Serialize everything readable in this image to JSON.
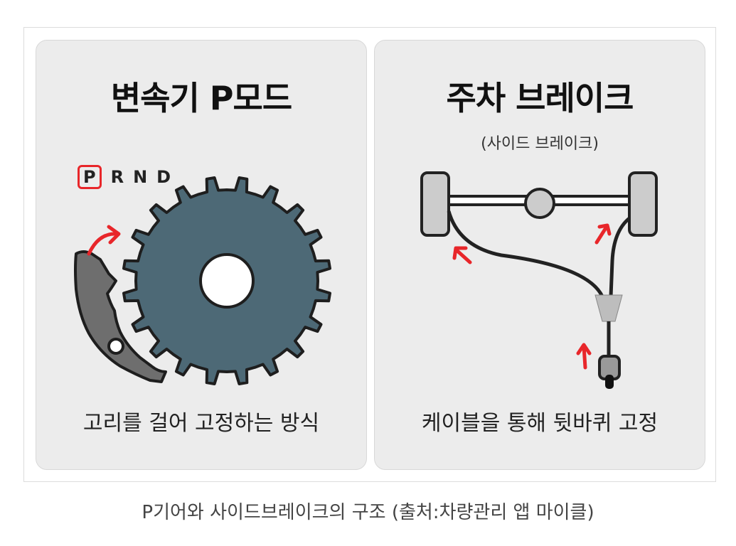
{
  "left": {
    "title": "변속기 P모드",
    "gears": [
      "P",
      "R",
      "N",
      "D"
    ],
    "selected_gear": "P",
    "description": "고리를 걸어 고정하는 방식"
  },
  "right": {
    "title": "주차 브레이크",
    "subtitle": "(사이드 브레이크)",
    "description": "케이블을 통해 뒷바퀴 고정"
  },
  "caption": "P기어와 사이드브레이크의 구조 (출처:차량관리 앱 마이클)",
  "colors": {
    "panel_bg": "#ececec",
    "gear_fill": "#4d6976",
    "pawl_fill": "#6e6e6e",
    "arrow": "#e8262a",
    "wheel": "#cccccc",
    "outline": "#222222"
  },
  "icons": [
    "gear-wheel-icon",
    "parking-pawl-icon",
    "red-arrow-icon",
    "wheel-icon",
    "axle-icon",
    "brake-cable-icon",
    "cable-junction-icon",
    "brake-lever-icon"
  ]
}
